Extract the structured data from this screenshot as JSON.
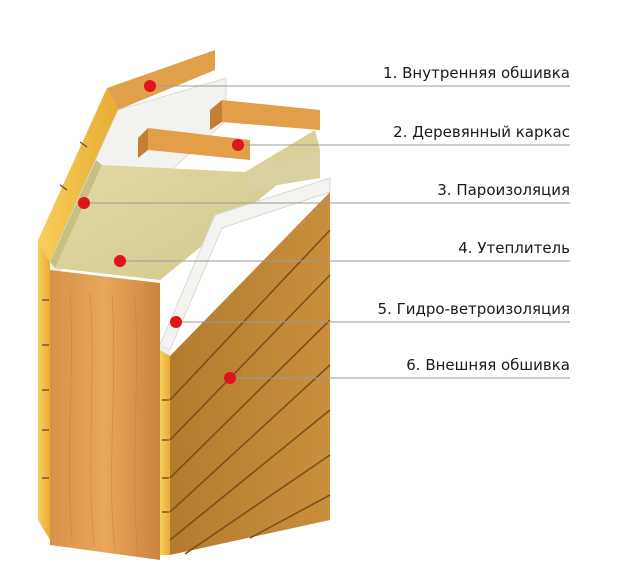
{
  "diagram": {
    "labels": [
      {
        "text": "1. Внутренняя обшивка"
      },
      {
        "text": "2. Деревянный каркас"
      },
      {
        "text": "3. Пароизоляция"
      },
      {
        "text": "4. Утеплитель"
      },
      {
        "text": "5. Гидро-ветроизоляция"
      },
      {
        "text": "6. Внешняя обшивка"
      }
    ],
    "colors": {
      "wood_light": "#e3a248",
      "wood_mid": "#cf8a36",
      "wood_dark": "#a8682a",
      "board_edge": "#f3c24a",
      "membrane": "#f1f1ee",
      "insulation": "#d6cf95",
      "marker": "#e0141c",
      "leader": "#9a9a9a"
    }
  }
}
